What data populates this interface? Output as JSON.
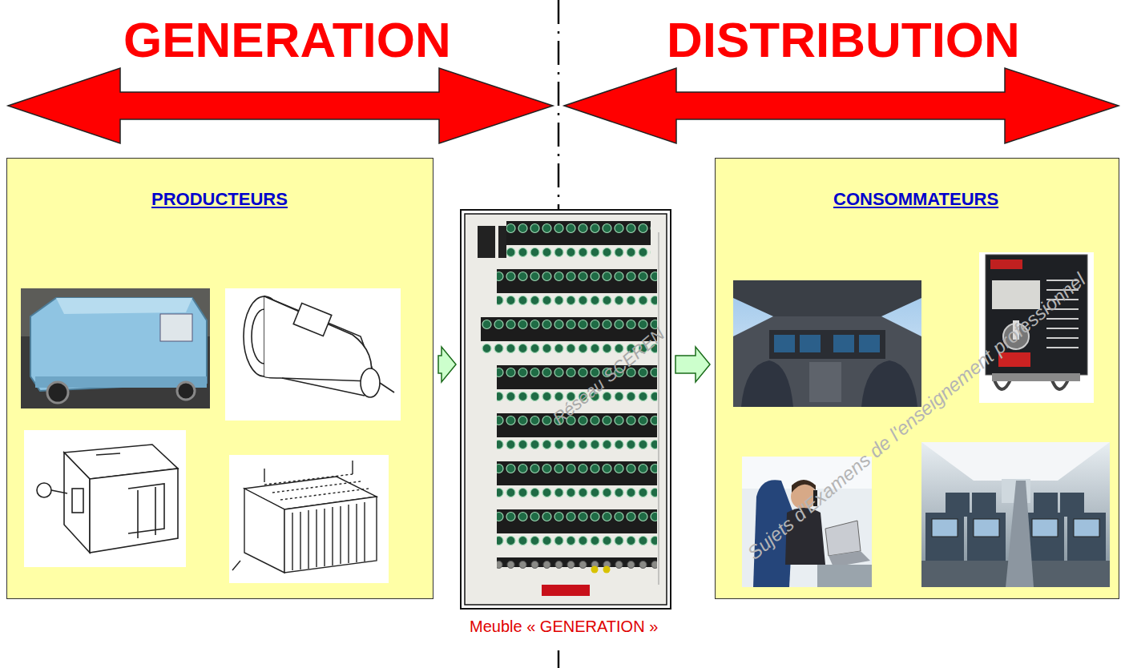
{
  "diagram": {
    "nodes": [
      {
        "text": [
          "PRODUCTEURS"
        ]
      },
      {
        "text": [
          "Meuble « GENERATION »"
        ]
      },
      {
        "text": [
          "CONSOMMATEURS"
        ]
      }
    ],
    "edges": [
      {
        "from": 0,
        "to": 1,
        "arrow": "to"
      },
      {
        "from": 1,
        "to": 2,
        "arrow": "to"
      }
    ],
    "labels": [
      "GENERATION",
      "DISTRIBUTION",
      "Sujets d'Examens de l'enseignement professionnel",
      "Réseau SCEREN"
    ]
  }
}
